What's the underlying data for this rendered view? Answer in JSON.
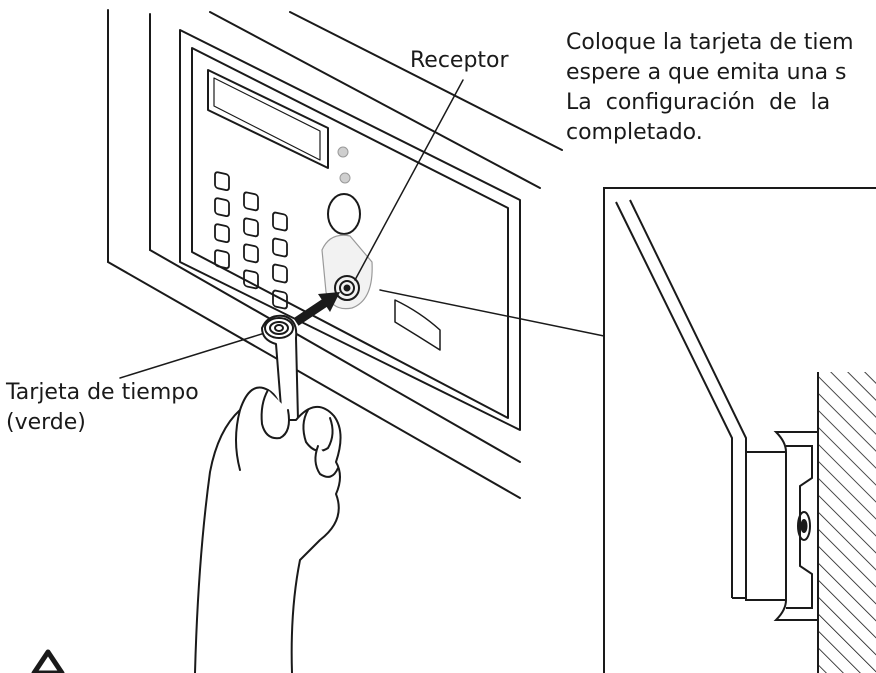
{
  "labels": {
    "receptor": "Receptor",
    "card_line1": "Tarjeta de tiempo",
    "card_line2": "(verde)"
  },
  "instructions": {
    "lines": [
      "Coloque la tarjeta de tiem",
      "espere a que emita una s",
      "La  configuración  de  la",
      "completado."
    ]
  },
  "icons": [
    "keypad-icon",
    "warning-triangle-icon",
    "arrow-icon",
    "hand-icon"
  ]
}
